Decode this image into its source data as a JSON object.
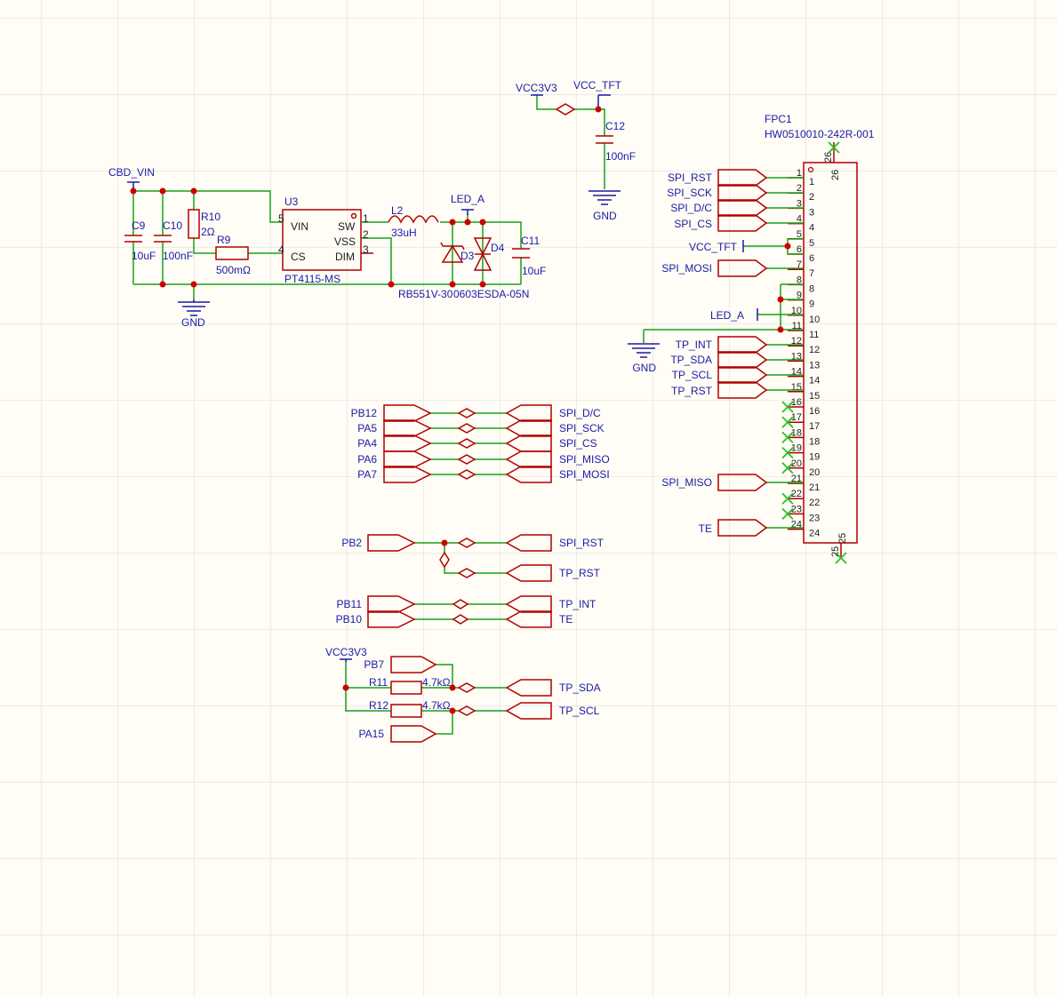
{
  "colors": {
    "background": "#fffdf5",
    "grid": "#d9d9d9",
    "wire": "#18a018",
    "part": "#b00000",
    "label": "#1a1aa8",
    "junction": "#d00000",
    "noconnect": "#2ac02a"
  },
  "power_nets": {
    "cbd_vin": "CBD_VIN",
    "vcc3v3": "VCC3V3",
    "vcc_tft": "VCC_TFT",
    "led_a": "LED_A",
    "gnd": "GND"
  },
  "components": {
    "u3": {
      "ref": "U3",
      "value": "PT4115-MS",
      "pin_vin": "VIN",
      "pin_cs": "CS",
      "pin_sw": "SW",
      "pin_vss": "VSS",
      "pin_dim": "DIM",
      "n1": "1",
      "n2": "2",
      "n3": "3",
      "n4": "4",
      "n5": "5"
    },
    "c9": {
      "ref": "C9",
      "value": "10uF"
    },
    "c10": {
      "ref": "C10",
      "value": "100nF"
    },
    "r10": {
      "ref": "R10",
      "value": "2Ω"
    },
    "r9": {
      "ref": "R9",
      "value": "500mΩ"
    },
    "l2": {
      "ref": "L2",
      "value": "33uH"
    },
    "d3": {
      "ref": "D3",
      "value": "RB551V-30"
    },
    "d4": {
      "ref": "D4",
      "value": "0603ESDA-05N"
    },
    "c11": {
      "ref": "C11",
      "value": "10uF"
    },
    "c12": {
      "ref": "C12",
      "value": "100nF"
    },
    "r11": {
      "ref": "R11",
      "value": "4.7kΩ"
    },
    "r12": {
      "ref": "R12",
      "value": "4.7kΩ"
    },
    "fpc1": {
      "ref": "FPC1",
      "value": "HW0510010-242R-001",
      "pin25": "25",
      "pin26": "26"
    }
  },
  "fpc_pins": [
    "1",
    "2",
    "3",
    "4",
    "5",
    "6",
    "7",
    "8",
    "9",
    "10",
    "11",
    "12",
    "13",
    "14",
    "15",
    "16",
    "17",
    "18",
    "19",
    "20",
    "21",
    "22",
    "23",
    "24"
  ],
  "fpc_nets": {
    "spi_rst": "SPI_RST",
    "spi_sck": "SPI_SCK",
    "spi_dc": "SPI_D/C",
    "spi_cs": "SPI_CS",
    "vcc_tft": "VCC_TFT",
    "spi_mosi": "SPI_MOSI",
    "led_a": "LED_A",
    "gnd": "GND",
    "tp_int": "TP_INT",
    "tp_sda": "TP_SDA",
    "tp_scl": "TP_SCL",
    "tp_rst": "TP_RST",
    "spi_miso": "SPI_MISO",
    "te": "TE"
  },
  "mcu_map": {
    "left": [
      "PB12",
      "PA5",
      "PA4",
      "PA6",
      "PA7"
    ],
    "right": [
      "SPI_D/C",
      "SPI_SCK",
      "SPI_CS",
      "SPI_MISO",
      "SPI_MOSI"
    ]
  },
  "rst_map": {
    "in": "PB2",
    "out1": "SPI_RST",
    "out2": "TP_RST"
  },
  "int_map": {
    "in1": "PB11",
    "in2": "PB10",
    "out1": "TP_INT",
    "out2": "TE"
  },
  "i2c_map": {
    "vcc": "VCC3V3",
    "in1": "PB7",
    "in2": "PA15",
    "out1": "TP_SDA",
    "out2": "TP_SCL"
  }
}
